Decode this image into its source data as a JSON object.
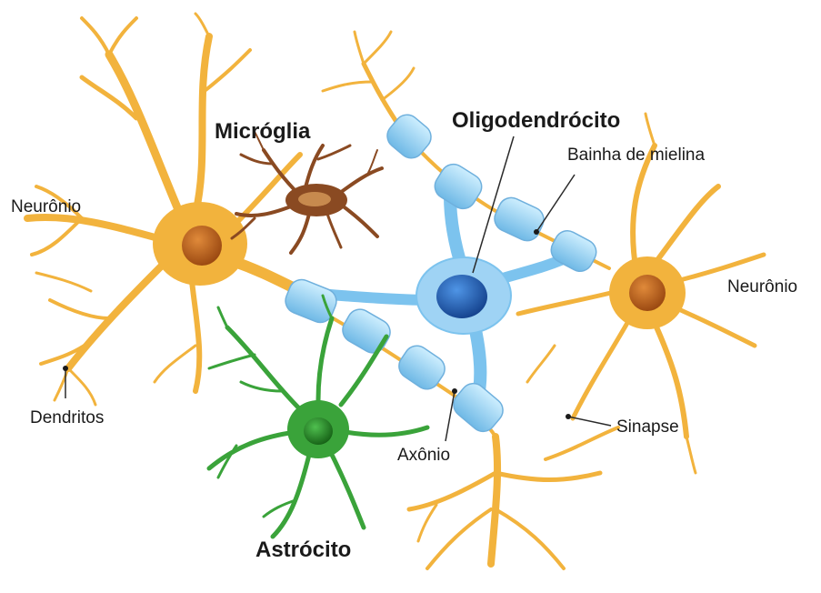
{
  "labels": {
    "microglia": "Micróglia",
    "oligodendrocyte": "Oligodendrócito",
    "myelin_sheath": "Bainha de mielina",
    "neuron_left": "Neurônio",
    "neuron_right": "Neurônio",
    "dendrites": "Dendritos",
    "axon": "Axônio",
    "synapse": "Sinapse",
    "astrocyte": "Astrócito"
  },
  "colors": {
    "neuron": "#f2b33d",
    "neuron_nucleus": "#c9691e",
    "microglia": "#8a4a22",
    "oligodendrocyte": "#7cc3ee",
    "oligodendrocyte_nucleus": "#1f5fb5",
    "myelin": "#a9dbf5",
    "astrocyte": "#3aa33a",
    "astrocyte_nucleus": "#1f7a1f"
  }
}
